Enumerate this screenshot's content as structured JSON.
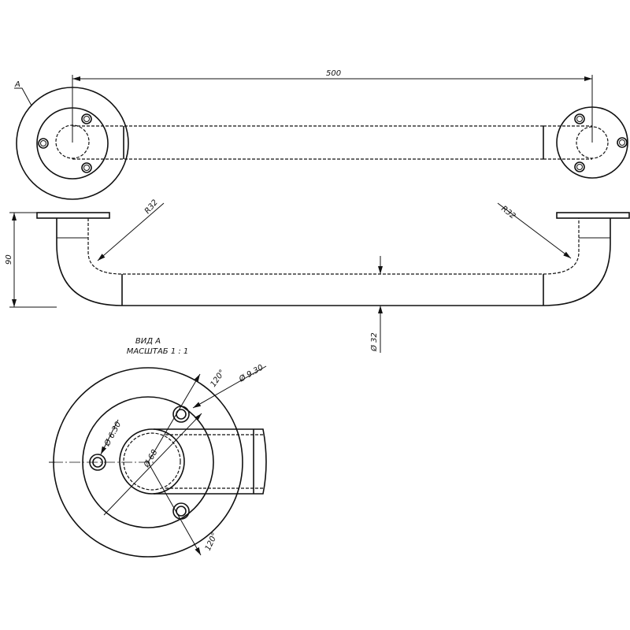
{
  "drawing": {
    "view_label": "A",
    "length_dim": "500",
    "bend_radius_left": "R32",
    "bend_radius_right": "R32",
    "height_dim": "90",
    "tube_diameter": "Ø 32",
    "detail_title": "ВИД А",
    "detail_scale": "МАСШТАБ 1 : 1",
    "angle_top": "120°",
    "angle_bottom": "120°",
    "hole_circle_dia": "Ø 9.30",
    "hole_dia": "Ø 6.30",
    "tube_outer_dia": "Ø 68"
  }
}
